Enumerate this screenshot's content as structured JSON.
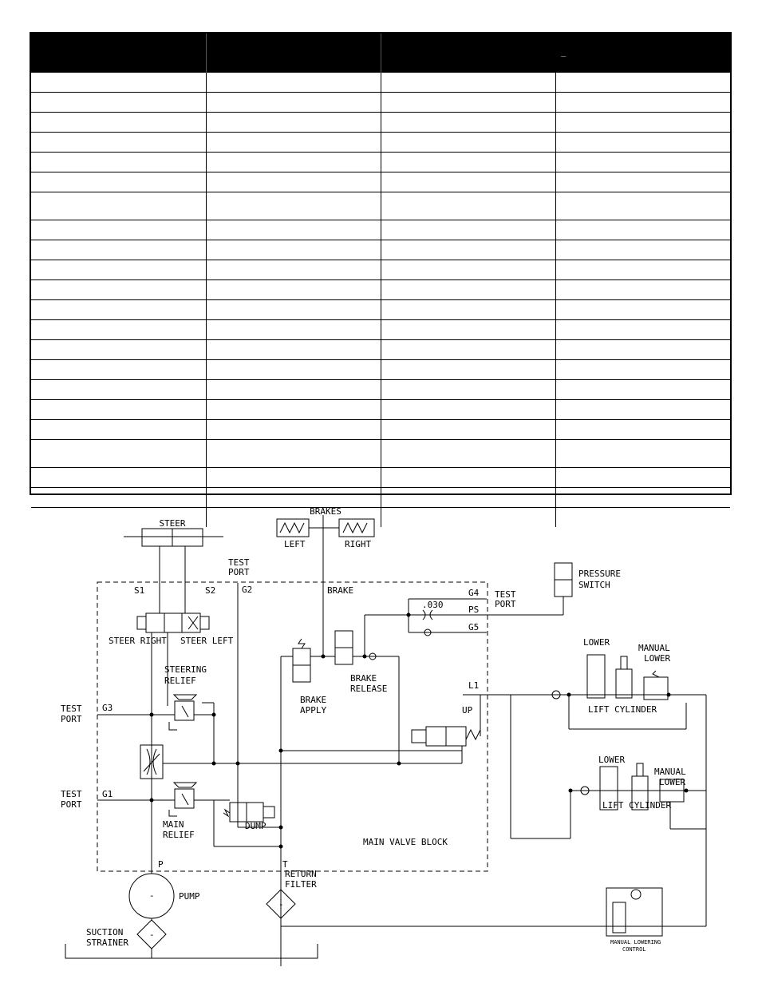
{
  "table": {
    "headers": [
      "",
      "",
      "",
      ""
    ],
    "header_mark": "_",
    "rows": [
      [
        "",
        "",
        "",
        ""
      ],
      [
        "",
        "",
        "",
        ""
      ],
      [
        "",
        "",
        "",
        ""
      ],
      [
        "",
        "",
        "",
        ""
      ],
      [
        "",
        "",
        "",
        ""
      ],
      [
        "",
        "",
        "",
        ""
      ],
      [
        "",
        "",
        "",
        ""
      ],
      [
        "",
        "",
        "",
        ""
      ],
      [
        "",
        "",
        "",
        ""
      ],
      [
        "",
        "",
        "",
        ""
      ],
      [
        "",
        "",
        "",
        ""
      ],
      [
        "",
        "",
        "",
        ""
      ],
      [
        "",
        "",
        "",
        ""
      ],
      [
        "",
        "",
        "",
        ""
      ],
      [
        "",
        "",
        "",
        ""
      ],
      [
        "",
        "",
        "",
        ""
      ],
      [
        "",
        "",
        "",
        ""
      ],
      [
        "",
        "",
        "",
        ""
      ],
      [
        "",
        "",
        "",
        ""
      ],
      [
        "",
        "",
        "",
        ""
      ],
      [
        "",
        "",
        "",
        ""
      ],
      [
        "",
        "",
        "",
        ""
      ]
    ]
  },
  "labels": {
    "steer": "STEER",
    "brakes": "BRAKES",
    "left": "LEFT",
    "right": "RIGHT",
    "test": "TEST",
    "port": "PORT",
    "g2": "G2",
    "s1": "S1",
    "s2": "S2",
    "brake": "BRAKE",
    "g4": "G4",
    "ps": "PS",
    "g5": "G5",
    "orifice": ".030",
    "pressure": "PRESSURE",
    "switch": "SWITCH",
    "steer_right": "STEER RIGHT",
    "steer_left": "STEER LEFT",
    "steering": "STEERING",
    "relief": "RELIEF",
    "brake_apply_1": "BRAKE",
    "brake_apply_2": "APPLY",
    "brake_release_1": "BRAKE",
    "brake_release_2": "RELEASE",
    "lower": "LOWER",
    "manual": "MANUAL",
    "lower2": "LOWER",
    "lift_cylinder": "LIFT CYLINDER",
    "l1": "L1",
    "up": "UP",
    "g3": "G3",
    "g1": "G1",
    "main": "MAIN",
    "dump": "DUMP",
    "main_valve_block": "MAIN VALVE BLOCK",
    "p": "P",
    "t": "T",
    "return": "RETURN",
    "filter": "FILTER",
    "pump": "PUMP",
    "suction": "SUCTION",
    "strainer": "STRAINER",
    "manual_lowering": "MANUAL LOWERING",
    "control": "CONTROL",
    "minus": "-"
  }
}
